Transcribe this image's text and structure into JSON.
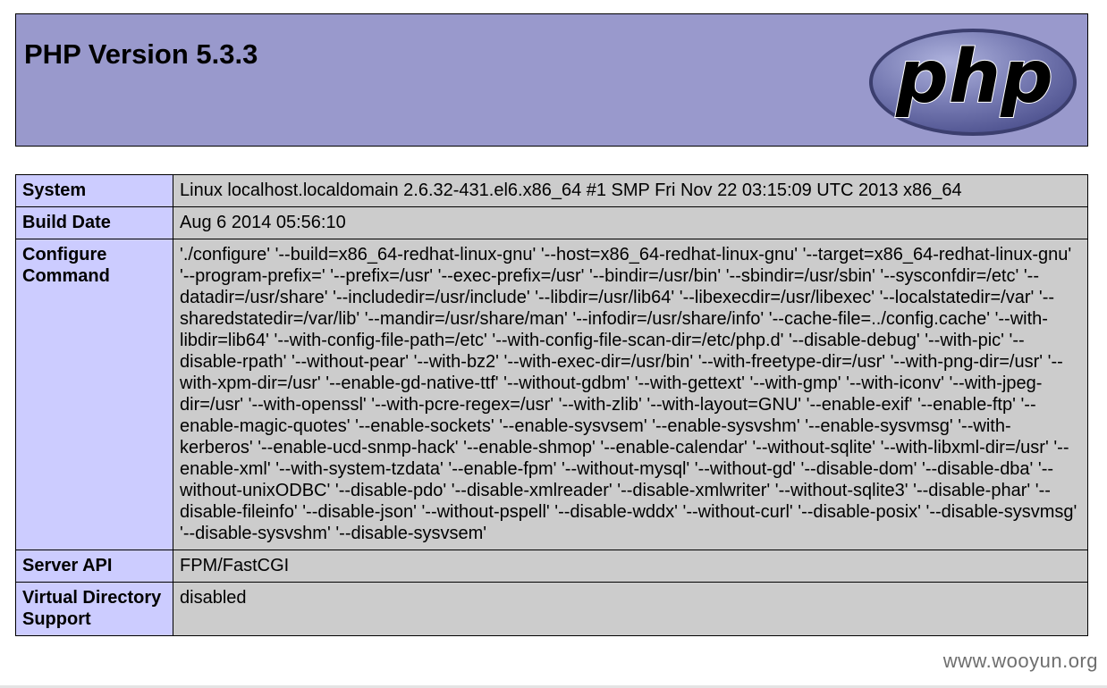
{
  "header": {
    "title": "PHP Version 5.3.3",
    "logo_text": "php",
    "colors": {
      "background": "#9999cc",
      "logo_oval": "#6e72b0",
      "logo_text": "#000000"
    }
  },
  "info_rows": [
    {
      "key": "System",
      "value": "Linux localhost.localdomain 2.6.32-431.el6.x86_64 #1 SMP Fri Nov 22 03:15:09 UTC 2013 x86_64"
    },
    {
      "key": "Build Date",
      "value": "Aug 6 2014 05:56:10"
    },
    {
      "key": "Configure Command",
      "value": "'./configure' '--build=x86_64-redhat-linux-gnu' '--host=x86_64-redhat-linux-gnu' '--target=x86_64-redhat-linux-gnu' '--program-prefix=' '--prefix=/usr' '--exec-prefix=/usr' '--bindir=/usr/bin' '--sbindir=/usr/sbin' '--sysconfdir=/etc' '--datadir=/usr/share' '--includedir=/usr/include' '--libdir=/usr/lib64' '--libexecdir=/usr/libexec' '--localstatedir=/var' '--sharedstatedir=/var/lib' '--mandir=/usr/share/man' '--infodir=/usr/share/info' '--cache-file=../config.cache' '--with-libdir=lib64' '--with-config-file-path=/etc' '--with-config-file-scan-dir=/etc/php.d' '--disable-debug' '--with-pic' '--disable-rpath' '--without-pear' '--with-bz2' '--with-exec-dir=/usr/bin' '--with-freetype-dir=/usr' '--with-png-dir=/usr' '--with-xpm-dir=/usr' '--enable-gd-native-ttf' '--without-gdbm' '--with-gettext' '--with-gmp' '--with-iconv' '--with-jpeg-dir=/usr' '--with-openssl' '--with-pcre-regex=/usr' '--with-zlib' '--with-layout=GNU' '--enable-exif' '--enable-ftp' '--enable-magic-quotes' '--enable-sockets' '--enable-sysvsem' '--enable-sysvshm' '--enable-sysvmsg' '--with-kerberos' '--enable-ucd-snmp-hack' '--enable-shmop' '--enable-calendar' '--without-sqlite' '--with-libxml-dir=/usr' '--enable-xml' '--with-system-tzdata' '--enable-fpm' '--without-mysql' '--without-gd' '--disable-dom' '--disable-dba' '--without-unixODBC' '--disable-pdo' '--disable-xmlreader' '--disable-xmlwriter' '--without-sqlite3' '--disable-phar' '--disable-fileinfo' '--disable-json' '--without-pspell' '--disable-wddx' '--without-curl' '--disable-posix' '--disable-sysvmsg' '--disable-sysvshm' '--disable-sysvsem'"
    },
    {
      "key": "Server API",
      "value": "FPM/FastCGI"
    },
    {
      "key": "Virtual Directory Support",
      "value": "disabled"
    }
  ],
  "table_colors": {
    "key_cell": "#ccccff",
    "value_cell": "#cccccc"
  },
  "watermark": "www.wooyun.org"
}
